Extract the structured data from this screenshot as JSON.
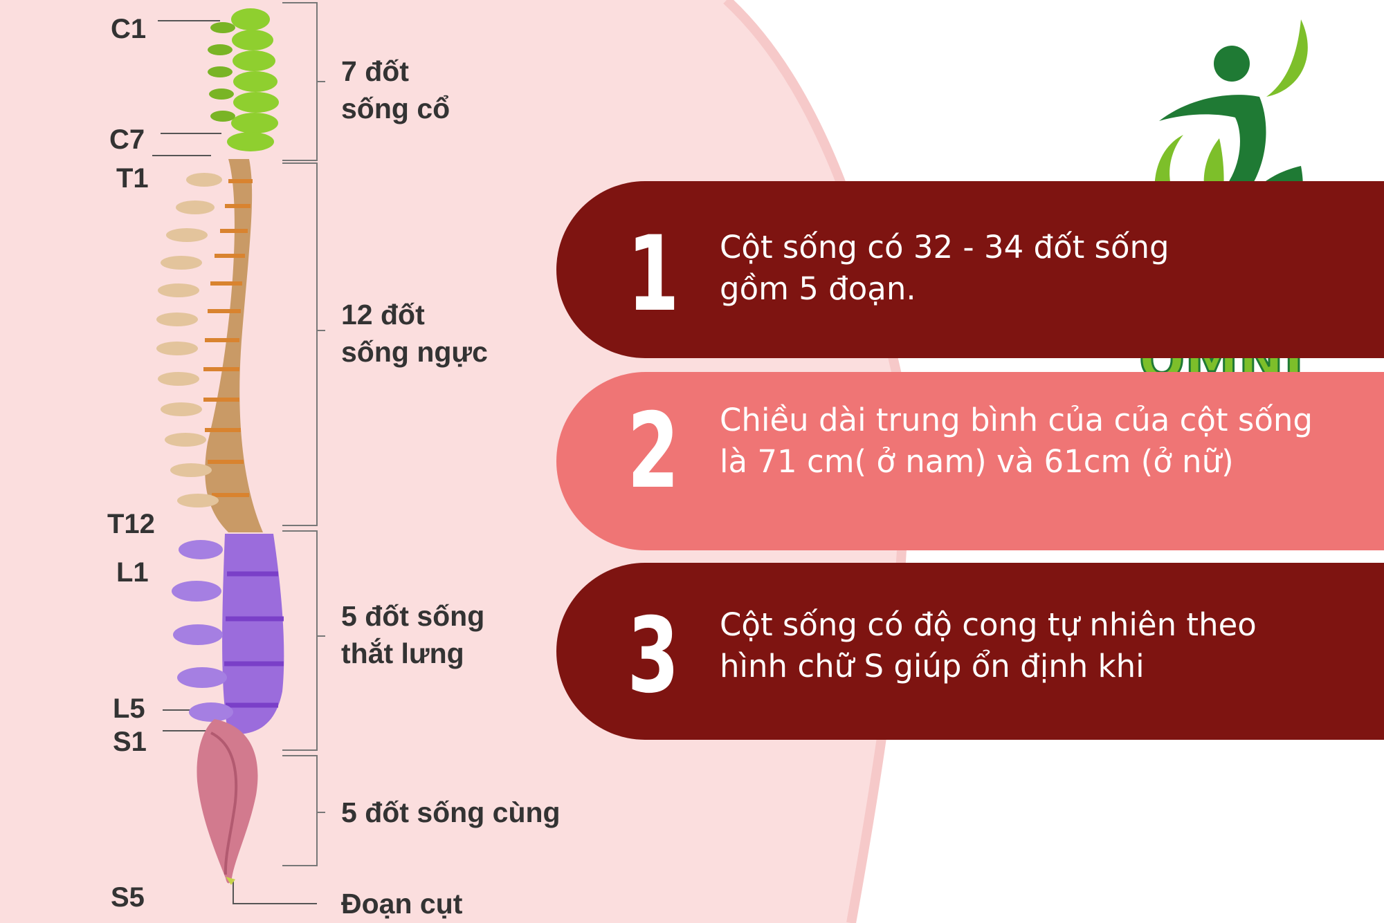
{
  "colors": {
    "background": "#ffffff",
    "panel_pink": "#fbdede",
    "dark_red_card": "#7e1411",
    "salmon_card": "#ef7575",
    "cervical": "#8fcf2f",
    "thoracic": "#c99a66",
    "lumbar": "#9b6cdc",
    "sacral": "#d27a8e",
    "logo_green": "#1f7a34",
    "logo_light_green": "#7dbf2a"
  },
  "vertebra_labels": {
    "c1": "C1",
    "c7": "C7",
    "t1": "T1",
    "t12": "T12",
    "l1": "L1",
    "l5": "L5",
    "s1": "S1",
    "s5": "S5"
  },
  "segments": {
    "cervical": {
      "line1": "7 đốt",
      "line2": "sống cổ"
    },
    "thoracic": {
      "line1": "12 đốt",
      "line2": "sống ngực"
    },
    "lumbar": {
      "line1": "5 đốt sống",
      "line2": "thắt lưng"
    },
    "sacral": {
      "line1": "5 đốt sống cùng"
    },
    "coccyx": {
      "line1": "Đoạn cụt"
    }
  },
  "facts": [
    {
      "number": "1",
      "text": "Cột sống có 32 - 34 đốt sống gồm 5 đoạn."
    },
    {
      "number": "2",
      "text": "Chiều dài trung bình của của cột sống là 71 cm( ở nam) và 61cm (ở nữ)"
    },
    {
      "number": "3",
      "text": "Cột sống có độ cong tự nhiên theo hình chữ S giúp ổn định khi"
    }
  ],
  "logo": {
    "text": "OMNI"
  }
}
